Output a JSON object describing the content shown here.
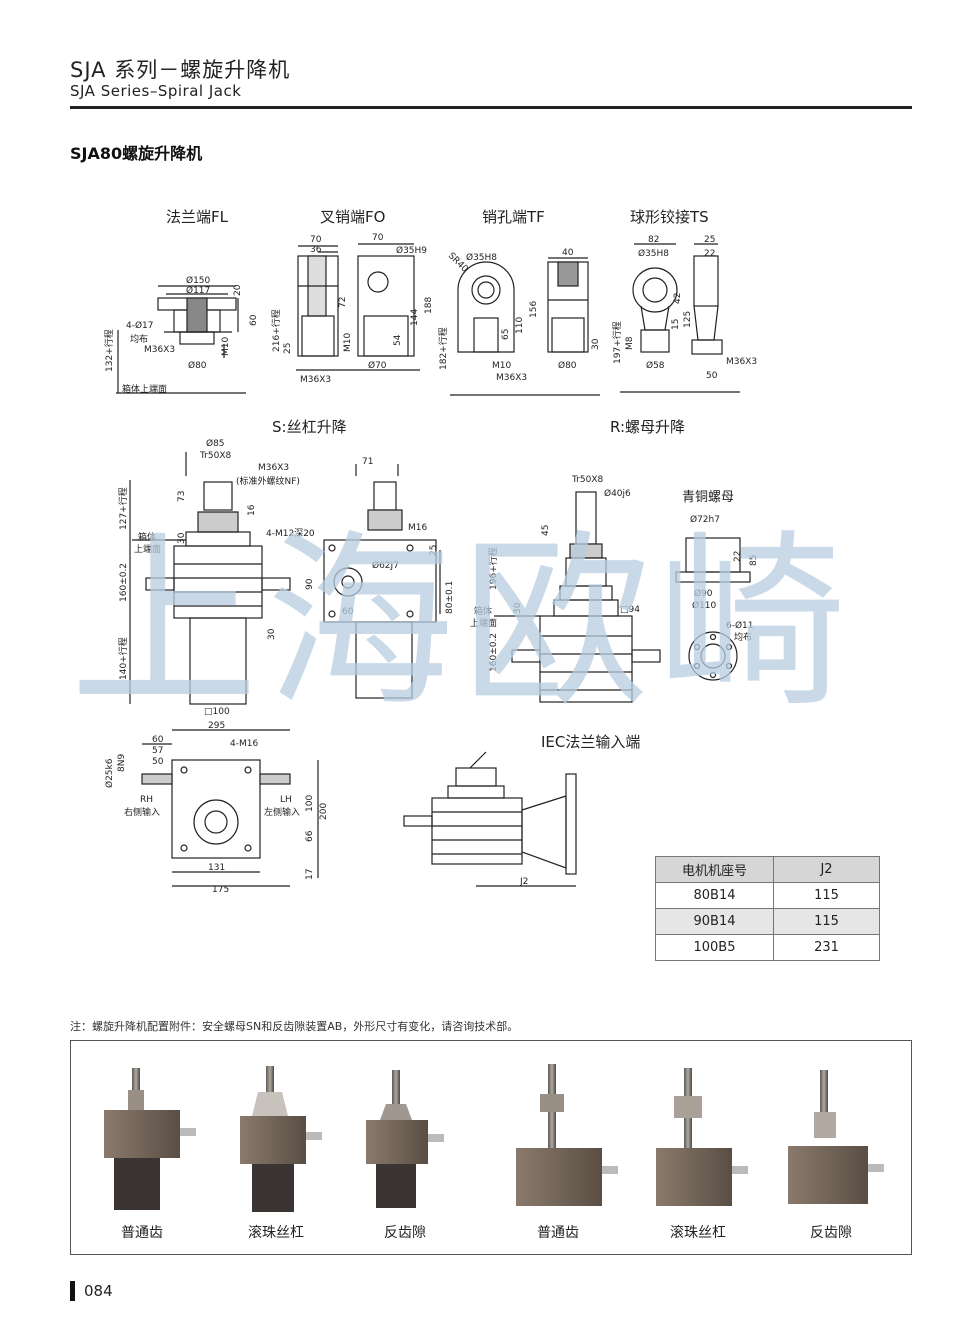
{
  "header": {
    "title_cn": "SJA 系列－螺旋升降机",
    "title_en": "SJA Series–Spiral Jack"
  },
  "section_title": "SJA80螺旋升降机",
  "end_types": {
    "fl": "法兰端FL",
    "fo": "叉销端FO",
    "tf": "销孔端TF",
    "ts": "球形铰接TS"
  },
  "modes": {
    "s": "S:丝杠升降",
    "r": "R:螺母升降"
  },
  "labels": {
    "bronze_nut": "青铜螺母",
    "iec_flange": "IEC法兰输入端",
    "box_top": "箱体上端面",
    "box_top_short_1": "箱体",
    "box_top_short_2": "上端面",
    "rh": "RH",
    "rh_cn": "右侧输入",
    "lh": "LH",
    "lh_cn": "左侧输入",
    "std_thread": "(标准外螺纹NF)",
    "evenly": "均布"
  },
  "dims": {
    "d150": "Ø150",
    "d117": "Ø117",
    "d20": "20",
    "d4017": "4-Ø17",
    "d60": "60",
    "m36x3": "M36X3",
    "m10": "M10",
    "d80": "Ø80",
    "d132": "132+行程",
    "d70": "70",
    "d36": "36",
    "d35h9": "Ø35H9",
    "d72": "72",
    "d144": "144",
    "d188": "188",
    "d216": "216+行程",
    "d25": "25",
    "d54": "54",
    "d70b": "Ø70",
    "d35h8": "Ø35H8",
    "sr40": "SR40",
    "d65": "65",
    "d110": "110",
    "d156": "156",
    "d182": "182+行程",
    "d40": "40",
    "d30": "30",
    "d80b": "Ø80",
    "d82": "82",
    "d35h8b": "Ø35H8",
    "d22": "22",
    "d42": "42",
    "d125": "125",
    "d15": "15",
    "d197": "197+行程",
    "m8": "M8",
    "d58": "Ø58",
    "d50": "50",
    "d85": "Ø85",
    "tr50x8": "Tr50X8",
    "d73": "73",
    "d127": "127+行程",
    "d16": "16",
    "m12": "4-M12深20",
    "d160": "160±0.2",
    "d140": "140+行程",
    "d100sq": "□100",
    "d71": "71",
    "m16": "M16",
    "d62j7": "Ø62J7",
    "d90": "90",
    "d60b": "60",
    "d80_1": "80±0.1",
    "d40j6": "Ø40j6",
    "d45": "45",
    "d196": "196+行程",
    "sq94": "□94",
    "d72h7": "Ø72h7",
    "d90b": "Ø90",
    "d110b": "Ø110",
    "d6011": "6-Ø11",
    "d85b": "85",
    "d22b": "22",
    "d295": "295",
    "d57": "57",
    "d50b": "50",
    "d4m16": "4-M16",
    "d25k6": "Ø25k6",
    "d8n9": "8N9",
    "d200": "200",
    "d100": "100",
    "d66": "66",
    "d17": "17",
    "d131": "131",
    "d175": "175",
    "j2": "J2"
  },
  "motor_table": {
    "headers": [
      "电机机座号",
      "J2"
    ],
    "rows": [
      [
        "80B14",
        "115"
      ],
      [
        "90B14",
        "115"
      ],
      [
        "100B5",
        "231"
      ]
    ]
  },
  "note": "注：螺旋升降机配置附件：安全螺母SN和反齿隙装置AB，外形尺寸有变化，请咨询技术部。",
  "photos": [
    {
      "caption": "普通齿"
    },
    {
      "caption": "滚珠丝杠"
    },
    {
      "caption": "反齿隙"
    },
    {
      "caption": "普通齿"
    },
    {
      "caption": "滚珠丝杠"
    },
    {
      "caption": "反齿隙"
    }
  ],
  "watermark": "上海欧崎",
  "page_number": "084"
}
